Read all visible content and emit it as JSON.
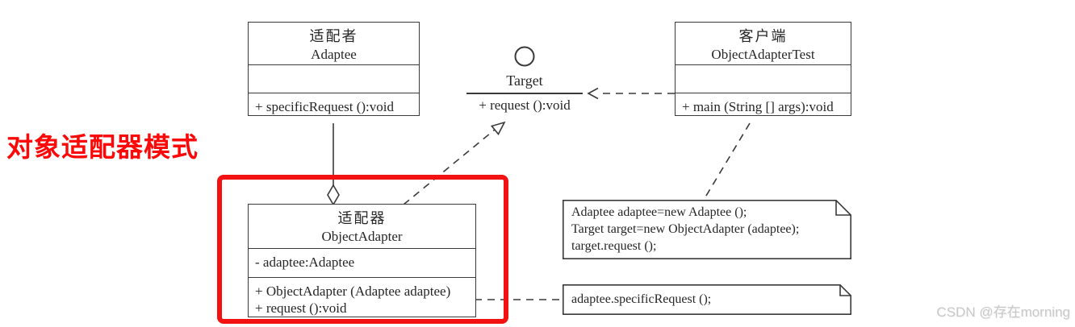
{
  "label": {
    "text": "对象适配器模式",
    "color": "#fb0808"
  },
  "watermark": {
    "text": "CSDN @存在morning",
    "color": "#c9c9c9"
  },
  "colors": {
    "highlight_box": "#f21212",
    "diagram_line": "#3a3a3a",
    "background": "#ffffff"
  },
  "diagram": {
    "classes": {
      "adaptee": {
        "name_cn": "适配者",
        "name_en": "Adaptee",
        "method_1": "+ specificRequest ():void"
      },
      "client": {
        "name_cn": "客户端",
        "name_en": "ObjectAdapterTest",
        "method_1": "+ main (String [] args):void"
      },
      "adapter": {
        "name_cn": "适配器",
        "name_en": "ObjectAdapter",
        "attribute_1": "- adaptee:Adaptee",
        "method_1": "+ ObjectAdapter (Adaptee adaptee)",
        "method_2": "+ request ():void"
      }
    },
    "interface": {
      "name": "Target",
      "method": "+ request ():void"
    },
    "notes": {
      "client_code": {
        "line_1": "Adaptee adaptee=new Adaptee ();",
        "line_2": "Target target=new ObjectAdapter (adaptee);",
        "line_3": "target.request ();"
      },
      "adapter_code": {
        "line_1": "adaptee.specificRequest ();"
      }
    }
  }
}
